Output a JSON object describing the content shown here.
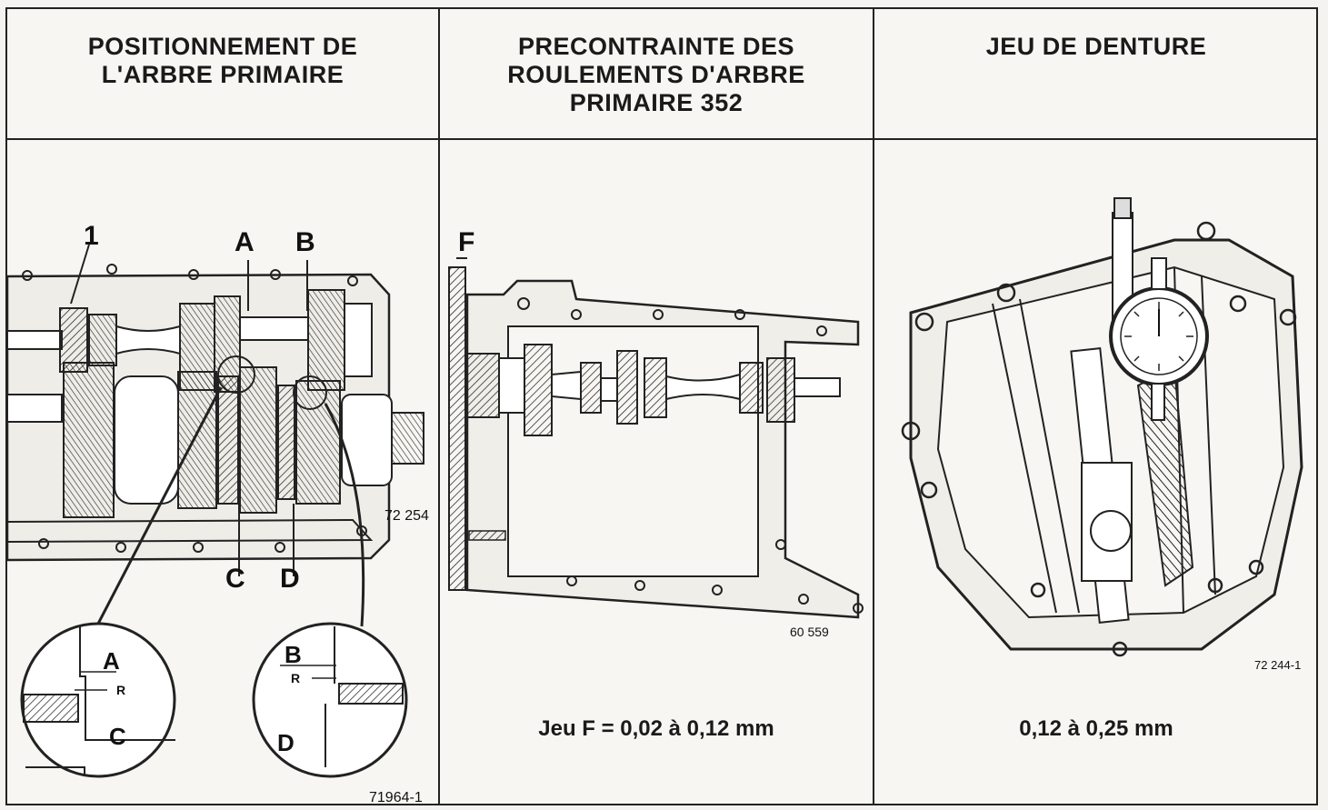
{
  "columns": [
    {
      "title_lines": [
        "POSITIONNEMENT DE",
        "L'ARBRE PRIMAIRE"
      ],
      "labels": {
        "one": "1",
        "a": "A",
        "b": "B",
        "c": "C",
        "d": "D",
        "r": "R"
      },
      "ref_main": "72 254",
      "ref_bottom": "71964-1"
    },
    {
      "title_lines": [
        "PRECONTRAINTE DES",
        "ROULEMENTS D'ARBRE",
        "PRIMAIRE 352"
      ],
      "labels": {
        "f": "F"
      },
      "ref": "60 559",
      "caption": "Jeu F = 0,02 à 0,12 mm"
    },
    {
      "title_lines": [
        "JEU DE DENTURE"
      ],
      "ref": "72 244-1",
      "caption": "0,12 à 0,25 mm"
    }
  ]
}
